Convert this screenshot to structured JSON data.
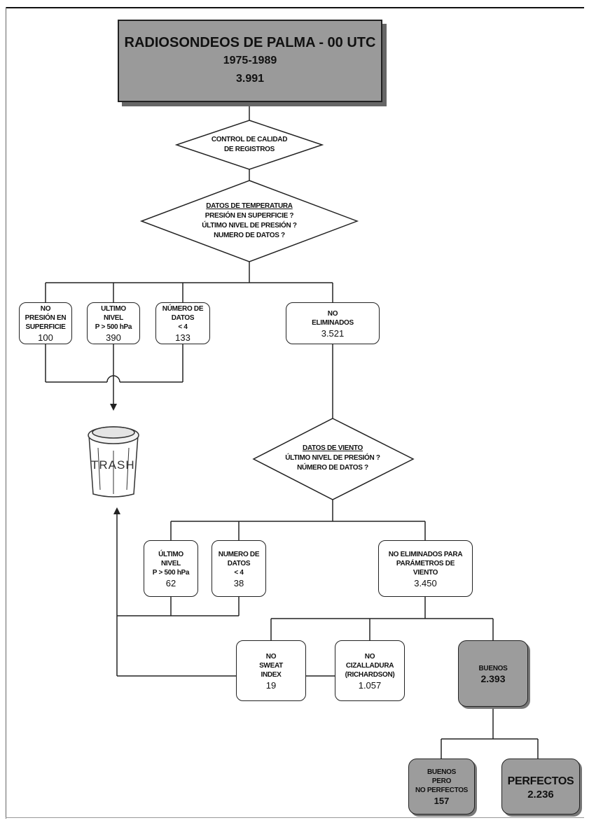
{
  "title": {
    "line1": "RADIOSONDEOS DE PALMA - 00 UTC",
    "line2": "1975-1989",
    "line3": "3.991"
  },
  "decision1": {
    "line1": "CONTROL DE CALIDAD",
    "line2": "DE REGISTROS"
  },
  "decision2": {
    "heading": "DATOS DE TEMPERATURA",
    "line1": "PRESIÓN EN SUPERFICIE ?",
    "line2": "ÚLTIMO NIVEL DE PRESIÓN ?",
    "line3": "NUMERO DE DATOS ?"
  },
  "temp_boxes": [
    {
      "lines": [
        "NO",
        "PRESIÓN EN",
        "SUPERFICIE"
      ],
      "value": "100"
    },
    {
      "lines": [
        "ULTIMO",
        "NIVEL",
        "P > 500 hPa"
      ],
      "value": "390"
    },
    {
      "lines": [
        "NÚMERO DE",
        "DATOS",
        "< 4"
      ],
      "value": "133"
    },
    {
      "lines": [
        "NO",
        "ELIMINADOS"
      ],
      "value": "3.521"
    }
  ],
  "trash_label": "TRASH",
  "decision3": {
    "heading": "DATOS DE VIENTO",
    "line1": "ÚLTIMO NIVEL DE PRESIÓN ?",
    "line2": "NÚMERO DE DATOS ?"
  },
  "wind_boxes": [
    {
      "lines": [
        "ÚLTIMO",
        "NIVEL",
        "P > 500 hPa"
      ],
      "value": "62"
    },
    {
      "lines": [
        "NUMERO DE",
        "DATOS",
        "< 4"
      ],
      "value": "38"
    },
    {
      "lines": [
        "NO ELIMINADOS PARA",
        "PARÁMETROS DE",
        "VIENTO"
      ],
      "value": "3.450"
    }
  ],
  "param_boxes": [
    {
      "lines": [
        "NO",
        "SWEAT",
        "INDEX"
      ],
      "value": "19"
    },
    {
      "lines": [
        "NO",
        "CIZALLADURA",
        "(RICHARDSON)"
      ],
      "value": "1.057"
    },
    {
      "lines": [
        "BUENOS"
      ],
      "value": "2.393"
    }
  ],
  "final_boxes": [
    {
      "lines": [
        "BUENOS",
        "PERO",
        "NO PERFECTOS"
      ],
      "value": "157"
    },
    {
      "lines": [
        "PERFECTOS"
      ],
      "value": "2.236"
    }
  ]
}
